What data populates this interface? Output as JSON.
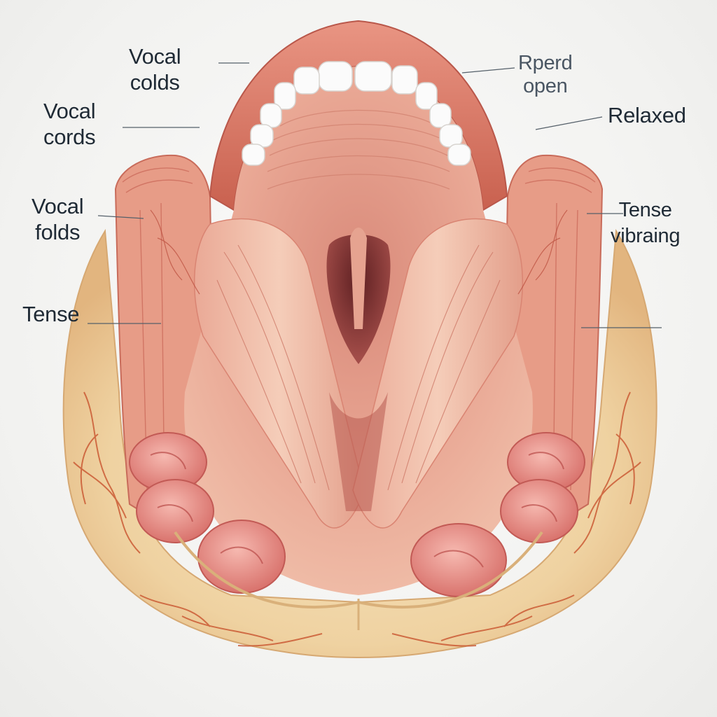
{
  "diagram": {
    "labels": [
      {
        "id": "vocal-colds",
        "text": "Vocal\ncolds"
      },
      {
        "id": "vocal-cords",
        "text": "Vocal\ncords"
      },
      {
        "id": "vocal-folds",
        "text": "Vocal\nfolds"
      },
      {
        "id": "tense",
        "text": "Tense"
      },
      {
        "id": "rperd-open",
        "text": "Rperd\nopen"
      },
      {
        "id": "relaxed",
        "text": "Relaxed"
      },
      {
        "id": "tense-vibraing",
        "text": "Tense\nvibraing"
      }
    ],
    "colors": {
      "flesh_light": "#f4c9b4",
      "flesh_mid": "#e69f8a",
      "flesh_deep": "#c96a5c",
      "cavity": "#8a3a3a",
      "cartilage": "#f0d7a8",
      "vessel": "#c9542f",
      "teeth": "#fbfbfb",
      "label_text": "#1f2a35"
    }
  }
}
